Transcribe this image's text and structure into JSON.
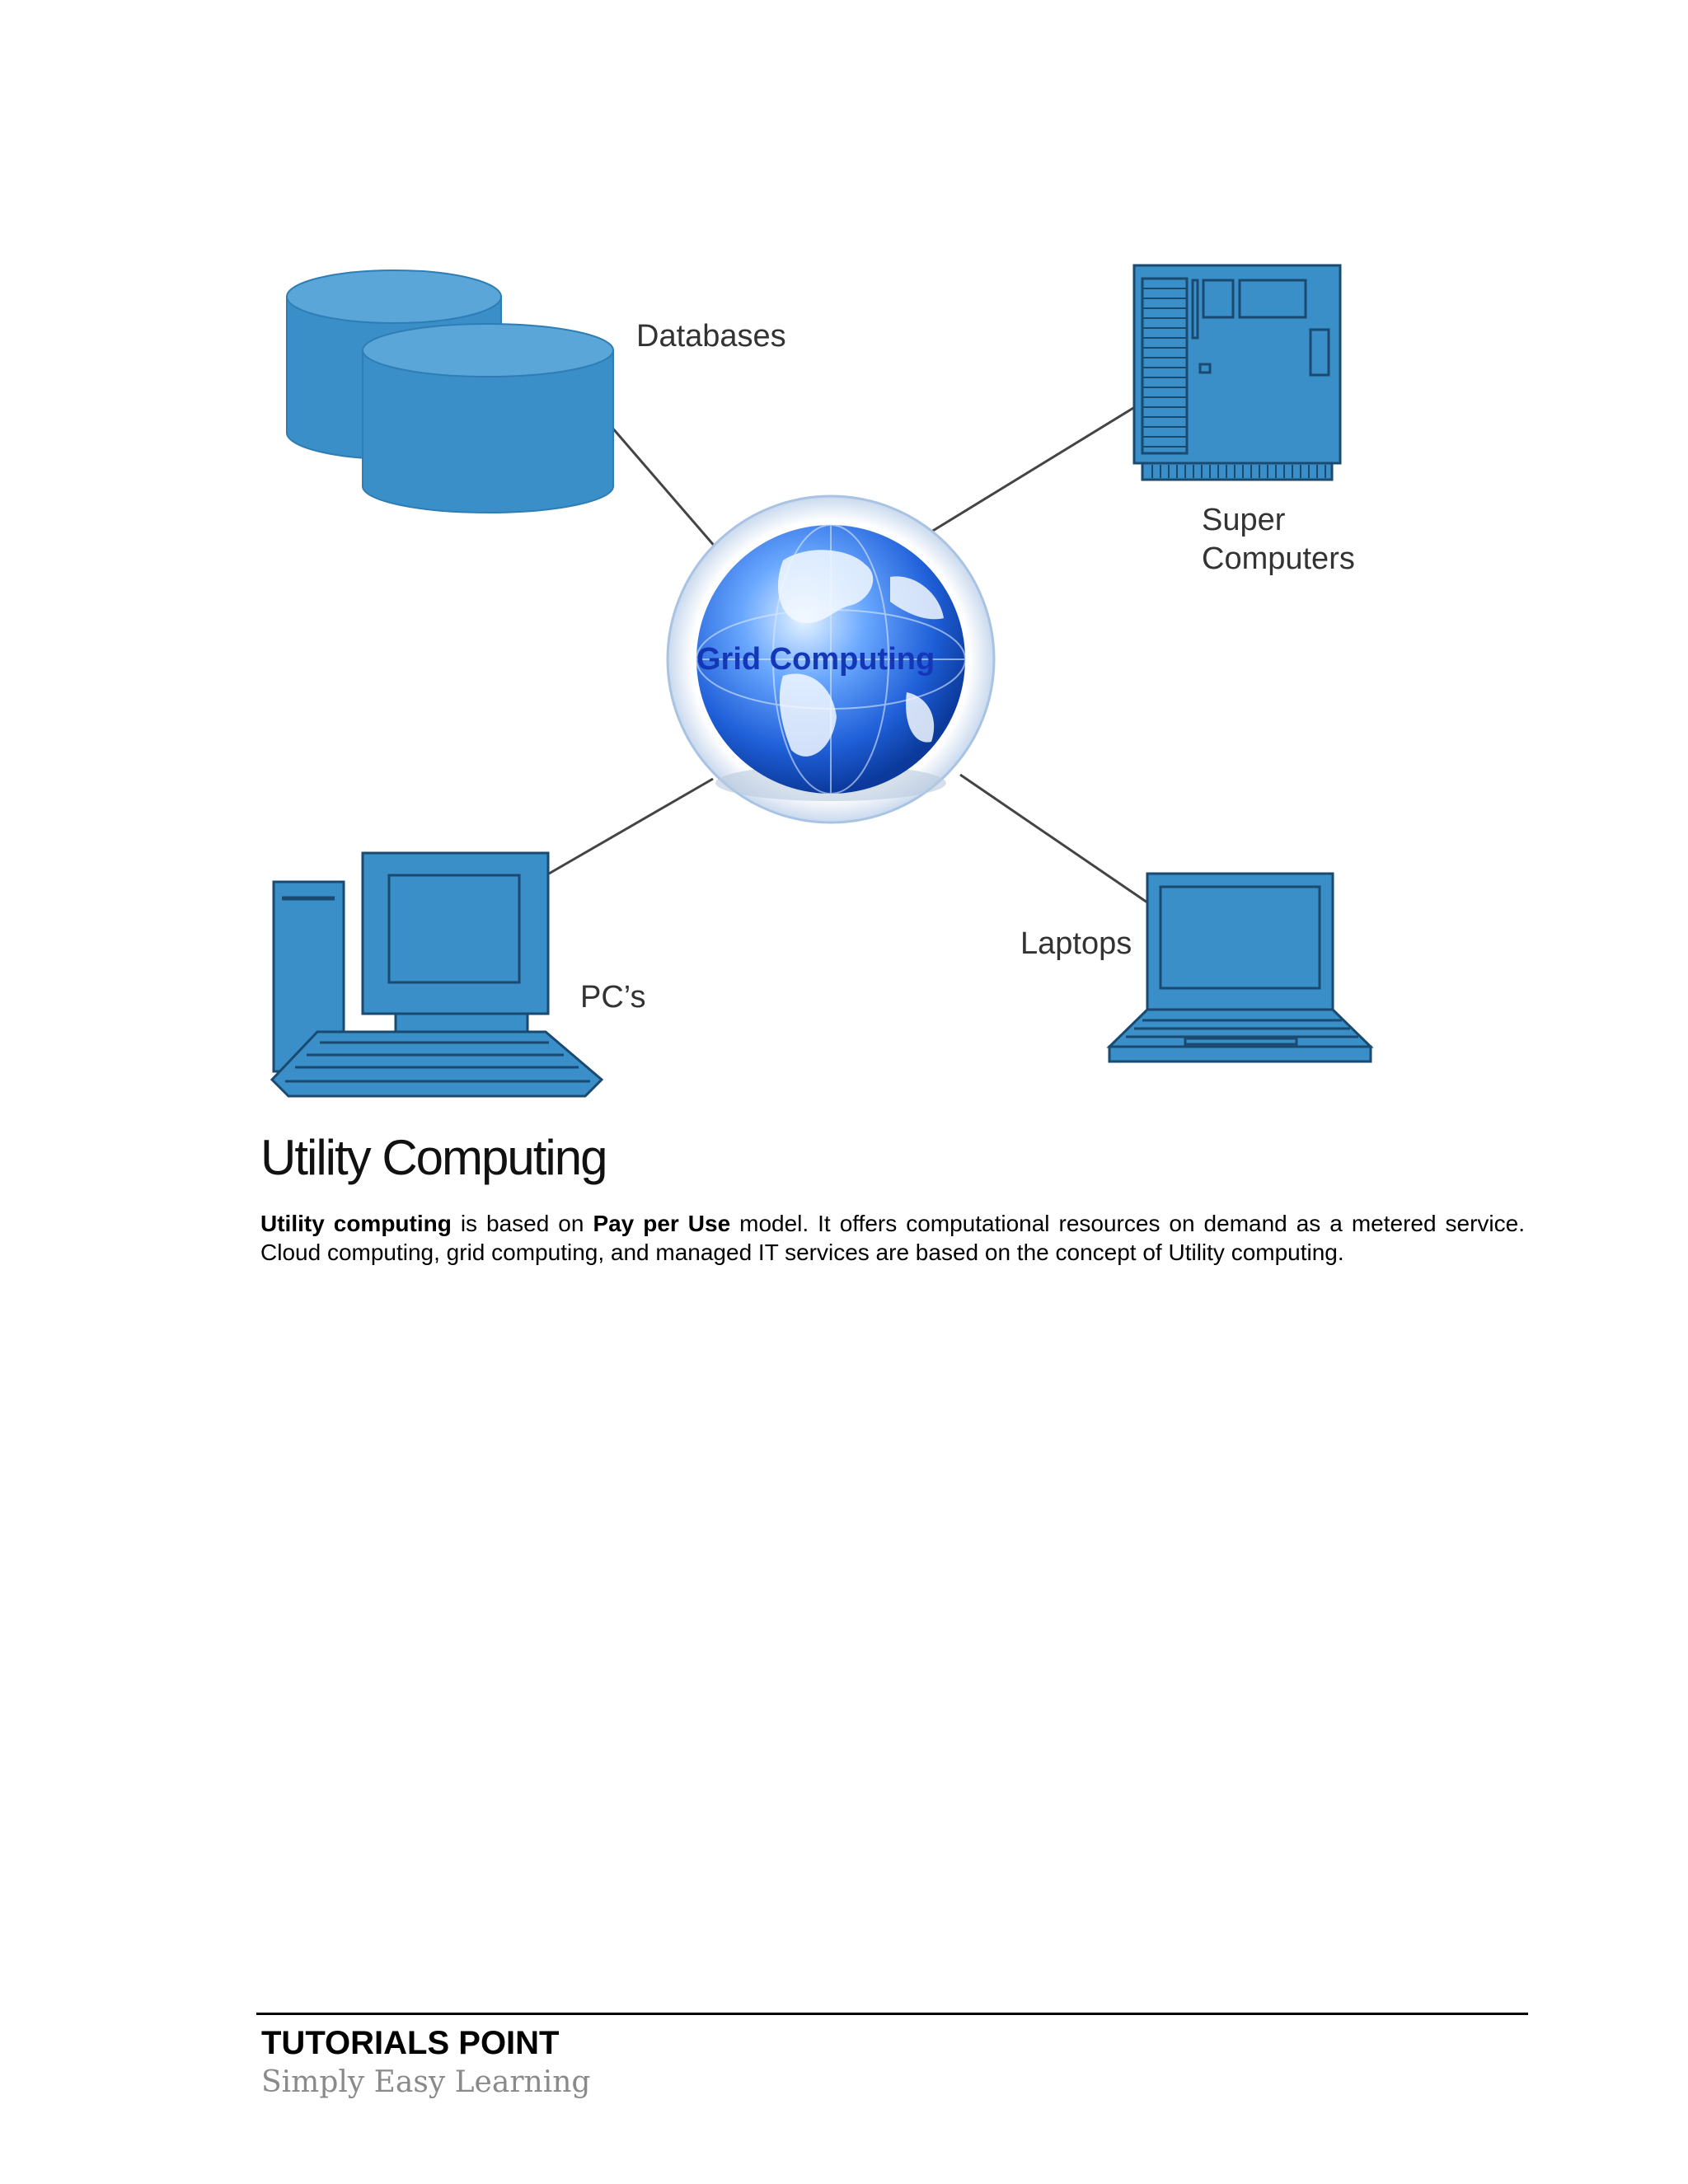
{
  "diagram": {
    "center_label": "Grid Computing",
    "nodes": {
      "databases": "Databases",
      "super_computers_line1": "Super",
      "super_computers_line2": "Computers",
      "pcs": "PC’s",
      "laptops": "Laptops"
    },
    "colors": {
      "device_blue": "#3a8fc9",
      "device_outline": "#1a4a70",
      "globe_blue": "#2a6fdc"
    }
  },
  "section": {
    "heading": "Utility Computing",
    "paragraph": {
      "term": "Utility computing",
      "part1": " is based on ",
      "model": "Pay per Use",
      "part2": " model. It offers computational resources on demand as a metered service. Cloud computing, grid computing, and managed IT services are based on the concept of Utility computing."
    }
  },
  "footer": {
    "brand": "TUTORIALS POINT",
    "tagline": "Simply Easy Learning"
  }
}
